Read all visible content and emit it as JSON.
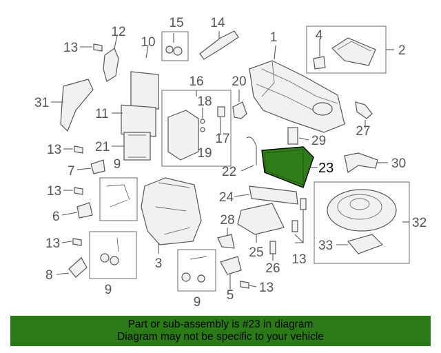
{
  "callouts": {
    "n1": "1",
    "n2": "2",
    "n3": "3",
    "n4": "4",
    "n5": "5",
    "n6": "6",
    "n7": "7",
    "n8": "8",
    "n9a": "9",
    "n9b": "9",
    "n9c": "9",
    "n10": "10",
    "n11": "11",
    "n12": "12",
    "n13a": "13",
    "n13b": "13",
    "n13c": "13",
    "n13d": "13",
    "n13e": "13",
    "n13f": "13",
    "n14": "14",
    "n15": "15",
    "n16": "16",
    "n17": "17",
    "n18": "18",
    "n19": "19",
    "n20": "20",
    "n21": "21",
    "n22": "22",
    "n23": "23",
    "n24": "24",
    "n25": "25",
    "n26": "26",
    "n27": "27",
    "n28": "28",
    "n29": "29",
    "n30": "30",
    "n31": "31",
    "n32": "32",
    "n33": "33"
  },
  "highlight_part": "23",
  "colors": {
    "highlight_fill": "#2e7d18",
    "banner_bg": "#2a7a15",
    "line": "#555555"
  },
  "banner": {
    "line1": "Part or sub-assembly is #23 in diagram",
    "line2": "Diagram may not be specific to your vehicle"
  }
}
